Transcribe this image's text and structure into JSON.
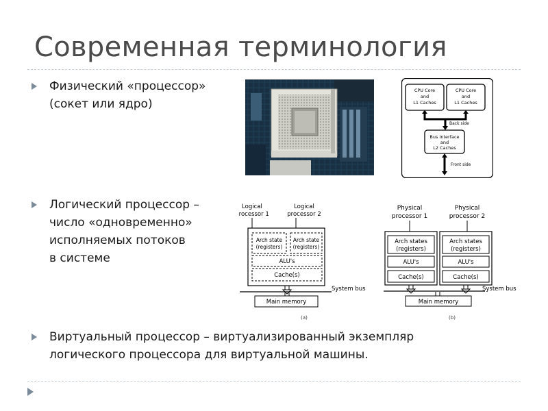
{
  "slide": {
    "title": "Современная терминология"
  },
  "bullets": [
    {
      "lines": [
        "Физический «процессор»",
        "(сокет или ядро)"
      ]
    },
    {
      "lines": [
        "Логический процессор –",
        "число «одновременно»",
        "исполняемых  потоков",
        "в системе"
      ]
    },
    {
      "lines": [
        "Виртуальный процессор – виртуализированный экземпляр",
        "логического процессора для виртуальной машины."
      ]
    }
  ],
  "cpu_diagram": {
    "core1": [
      "CPU Core",
      "and",
      "L1 Caches"
    ],
    "core2": [
      "CPU Core",
      "and",
      "L1 Caches"
    ],
    "back_side": "Back side",
    "bus_interface": [
      "Bus Interface",
      "and",
      "L2 Caches"
    ],
    "front_side": "Front side"
  },
  "logical_diagram": {
    "proc1": [
      "Logical",
      "processor 1"
    ],
    "proc2": [
      "Logical",
      "processor 2"
    ],
    "arch1": [
      "Arch state",
      "(registers)"
    ],
    "arch2": [
      "Arch state",
      "(registers)"
    ],
    "alus": "ALU's",
    "cache": "Cache(s)",
    "system_bus": "System bus",
    "main_memory": "Main memory",
    "caption": "(a)"
  },
  "physical_diagram": {
    "proc1": [
      "Physical",
      "processor 1"
    ],
    "proc2": [
      "Physical",
      "processor 2"
    ],
    "arch1": [
      "Arch states",
      "(registers)"
    ],
    "arch2": [
      "Arch states",
      "(registers)"
    ],
    "alus1": "ALU's",
    "alus2": "ALU's",
    "cache1": "Cache(s)",
    "cache2": "Cache(s)",
    "system_bus": "System bus",
    "main_memory": "Main memory",
    "caption": "(b)"
  }
}
